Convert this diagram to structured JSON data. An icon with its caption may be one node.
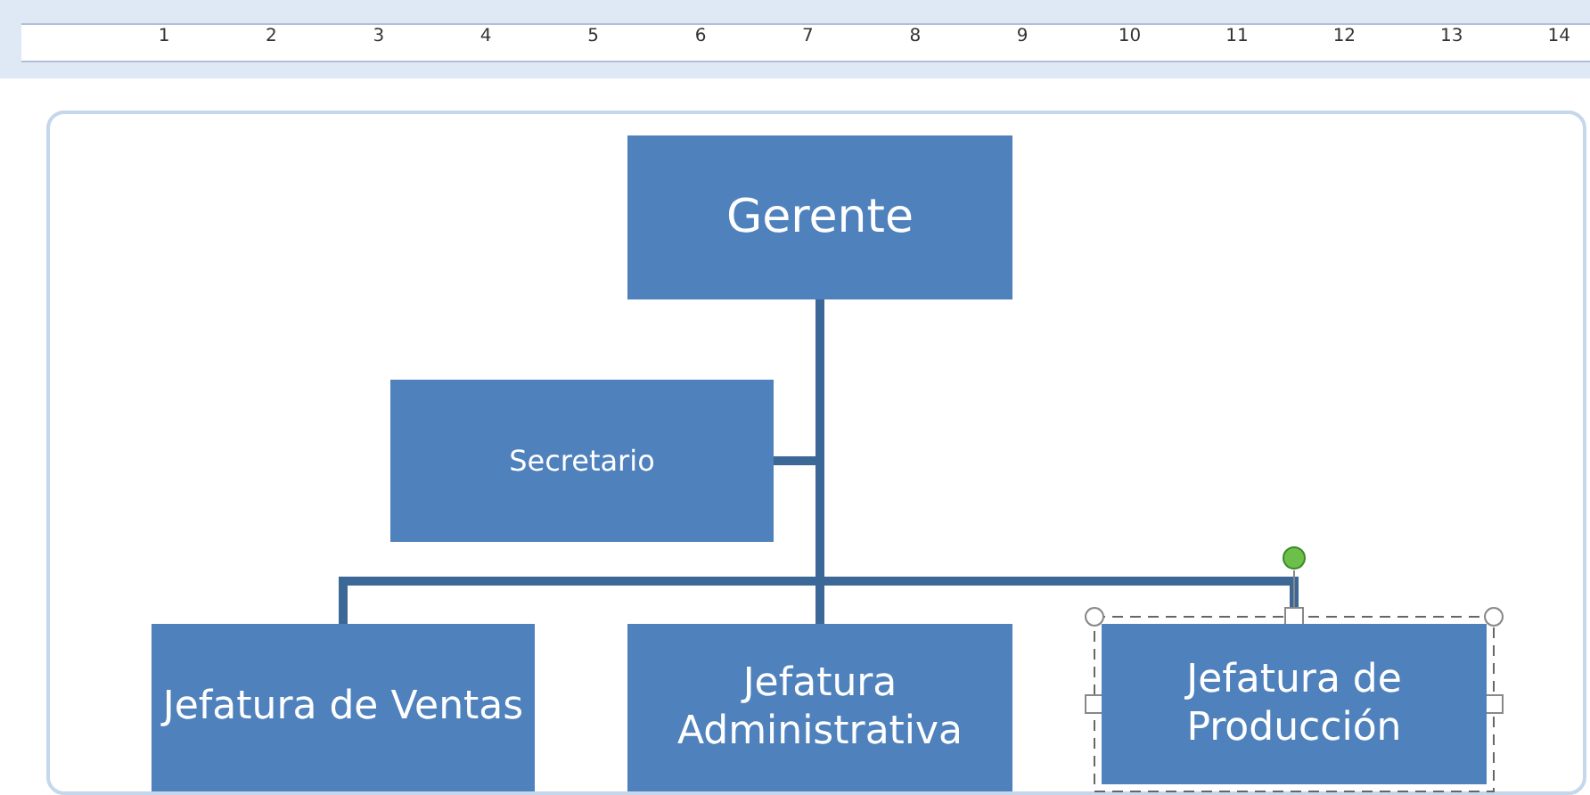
{
  "diagram": {
    "nodes": [
      {
        "text": [
          "Gerente"
        ]
      },
      {
        "text": [
          "Secretario"
        ]
      },
      {
        "text": [
          "Jefatura de Ventas"
        ]
      },
      {
        "text": [
          "Jefatura Administrativa"
        ]
      },
      {
        "text": [
          "Jefatura de Producción"
        ]
      }
    ],
    "edges": [
      {
        "from": 0,
        "to": 1,
        "arrow": "none"
      },
      {
        "from": 0,
        "to": 2,
        "arrow": "none"
      },
      {
        "from": 0,
        "to": 3,
        "arrow": "none"
      },
      {
        "from": 0,
        "to": 4,
        "arrow": "none"
      }
    ],
    "labels": [
      "1",
      "2",
      "3",
      "4",
      "5",
      "6",
      "7",
      "8",
      "9",
      "10",
      "11",
      "12",
      "13",
      "14"
    ]
  }
}
